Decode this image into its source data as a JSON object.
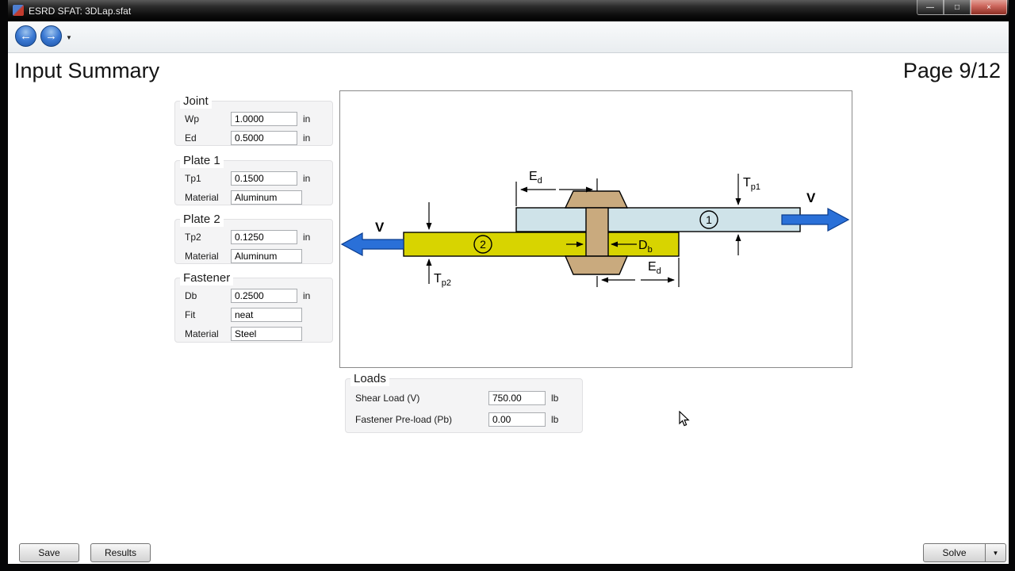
{
  "window": {
    "title": "ESRD SFAT: 3DLap.sfat",
    "controls": {
      "minimize": "—",
      "maximize": "□",
      "close": "×"
    }
  },
  "toolbar": {
    "back_glyph": "←",
    "forward_glyph": "→",
    "dropdown_glyph": "▼"
  },
  "header": {
    "title": "Input Summary",
    "page": "Page 9/12"
  },
  "groups": {
    "joint": {
      "title": "Joint",
      "rows": [
        {
          "label": "Wp",
          "value": "1.0000",
          "unit": "in"
        },
        {
          "label": "Ed",
          "value": "0.5000",
          "unit": "in"
        }
      ]
    },
    "plate1": {
      "title": "Plate 1",
      "rows": [
        {
          "label": "Tp1",
          "value": "0.1500",
          "unit": "in"
        },
        {
          "label": "Material",
          "value": "Aluminum",
          "unit": ""
        }
      ]
    },
    "plate2": {
      "title": "Plate 2",
      "rows": [
        {
          "label": "Tp2",
          "value": "0.1250",
          "unit": "in"
        },
        {
          "label": "Material",
          "value": "Aluminum",
          "unit": ""
        }
      ]
    },
    "fastener": {
      "title": "Fastener",
      "rows": [
        {
          "label": "Db",
          "value": "0.2500",
          "unit": "in"
        },
        {
          "label": "Fit",
          "value": "neat",
          "unit": ""
        },
        {
          "label": "Material",
          "value": "Steel",
          "unit": ""
        }
      ]
    }
  },
  "loads": {
    "title": "Loads",
    "rows": [
      {
        "label": "Shear Load (V)",
        "value": "750.00",
        "unit": "lb"
      },
      {
        "label": "Fastener Pre-load (Pb)",
        "value": "0.00",
        "unit": "lb"
      }
    ]
  },
  "footer": {
    "save": "Save",
    "results": "Results",
    "solve": "Solve",
    "solve_arrow": "▼"
  },
  "diagram": {
    "plate1_number": "1",
    "plate2_number": "2",
    "labels": {
      "ed_top": {
        "main": "E",
        "sub": "d"
      },
      "ed_bottom": {
        "main": "E",
        "sub": "d"
      },
      "tp1": {
        "main": "T",
        "sub": "p1"
      },
      "tp2": {
        "main": "T",
        "sub": "p2"
      },
      "db": {
        "main": "D",
        "sub": "b"
      },
      "v_left": "V",
      "v_right": "V"
    },
    "colors": {
      "plate1": "#cfe3e9",
      "plate2": "#d8d400",
      "fastener": "#c9aa7e",
      "arrow": "#2a70d8"
    }
  }
}
